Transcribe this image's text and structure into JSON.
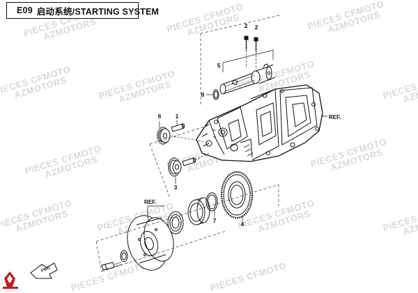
{
  "diagram": {
    "code": "E09",
    "title": "启动系统/STARTING SYSTEM",
    "callouts": {
      "c1": "1",
      "c2a": "2",
      "c2b": "2",
      "c3": "3",
      "c4": "4",
      "c5": "5",
      "c6": "6",
      "c7": "7",
      "c8": "8",
      "ref_engine": "REF.",
      "ref_flywheel": "REF."
    },
    "fwd_label": "FWD"
  },
  "watermark": {
    "line1": "PIECES CFMOTO",
    "line2": "AZMOTORS"
  },
  "colors": {
    "line": "#111111",
    "watermark": "#d9d9d9",
    "logo": "#cc1a1a"
  }
}
